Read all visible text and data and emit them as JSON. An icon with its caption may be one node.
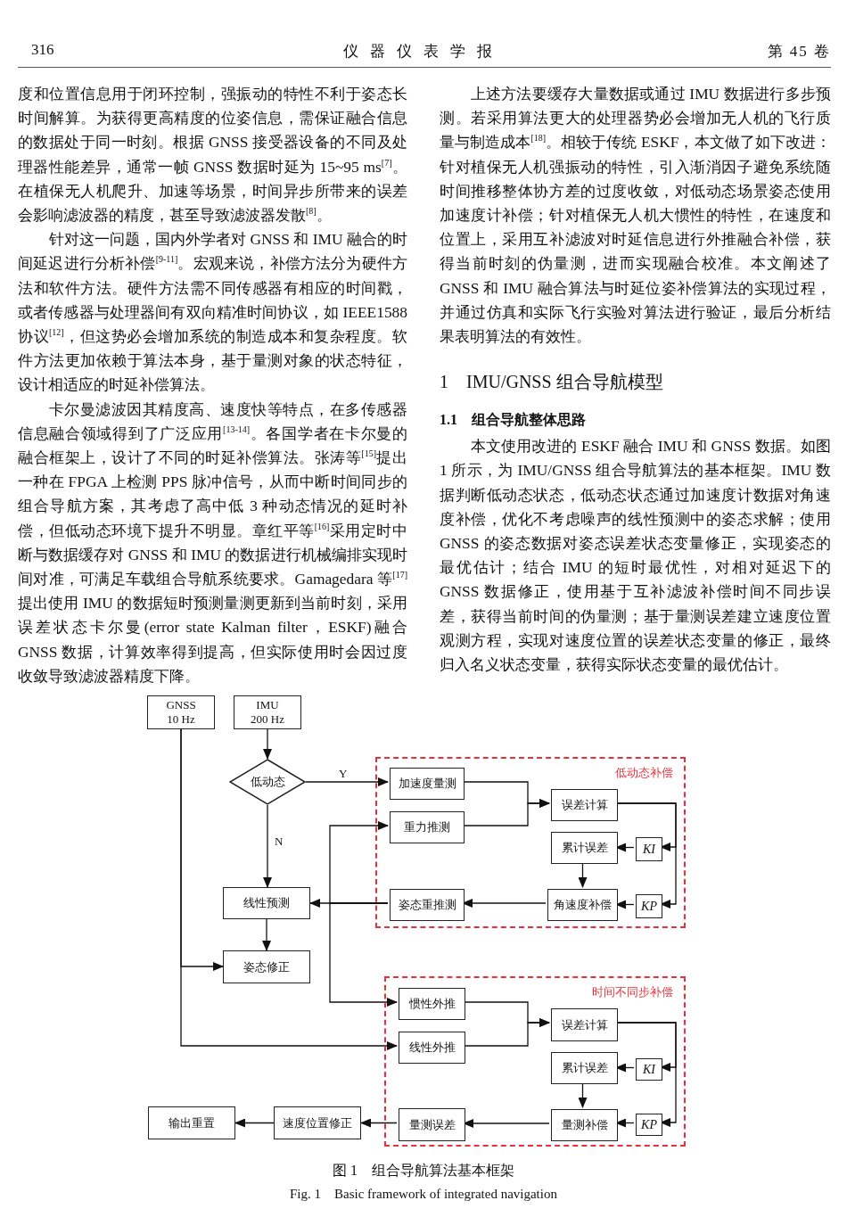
{
  "diagram": {
    "caption": "图 1　组合导航算法基本框架",
    "nodes": [
      {
        "text": [
          "GNSS",
          "10 Hz"
        ]
      },
      {
        "text": [
          "IMU",
          "200 Hz"
        ]
      },
      {
        "text": [
          "低动态"
        ]
      },
      {
        "text": [
          "低动态补偿"
        ]
      },
      {
        "text": [
          "加速度量测"
        ],
        "in": 3
      },
      {
        "text": [
          "误差计算"
        ],
        "in": 3
      },
      {
        "text": [
          "重力推测"
        ],
        "in": 3
      },
      {
        "text": [
          "累计误差"
        ],
        "in": 3
      },
      {
        "text": [
          "KI"
        ],
        "in": 3
      },
      {
        "text": [
          "线性预测"
        ]
      },
      {
        "text": [
          "姿态重推测"
        ],
        "in": 3
      },
      {
        "text": [
          "角速度补偿"
        ],
        "in": 3
      },
      {
        "text": [
          "KP"
        ],
        "in": 3
      },
      {
        "text": [
          "姿态修正"
        ]
      },
      {
        "text": [
          "时间不同步补偿"
        ]
      },
      {
        "text": [
          "惯性外推"
        ],
        "in": 14
      },
      {
        "text": [
          "误差计算"
        ],
        "in": 14
      },
      {
        "text": [
          "线性外推"
        ],
        "in": 14
      },
      {
        "text": [
          "累计误差"
        ],
        "in": 14
      },
      {
        "text": [
          "KI"
        ],
        "in": 14
      },
      {
        "text": [
          "输出重置"
        ]
      },
      {
        "text": [
          "速度位置修正"
        ]
      },
      {
        "text": [
          "量测误差"
        ],
        "in": 14
      },
      {
        "text": [
          "量测补偿"
        ],
        "in": 14
      },
      {
        "text": [
          "KP"
        ],
        "in": 14
      }
    ],
    "edges": [
      {
        "from": 1,
        "to": 2,
        "arrow": "to"
      },
      {
        "from": 2,
        "to": 4,
        "arrow": "to",
        "label": "Y"
      },
      {
        "from": 2,
        "to": 9,
        "arrow": "to",
        "label": "N"
      },
      {
        "from": 4,
        "to": 5,
        "arrow": "to"
      },
      {
        "from": 6,
        "to": 5,
        "arrow": "to"
      },
      {
        "from": 5,
        "to": 8,
        "arrow": "to"
      },
      {
        "from": 5,
        "to": 12,
        "arrow": "to"
      },
      {
        "from": 8,
        "to": 7,
        "arrow": "to"
      },
      {
        "from": 12,
        "to": 11,
        "arrow": "to"
      },
      {
        "from": 7,
        "to": 11,
        "arrow": "to"
      },
      {
        "from": 11,
        "to": 10,
        "arrow": "to"
      },
      {
        "from": 10,
        "to": 9,
        "arrow": "to"
      },
      {
        "from": 10,
        "to": 6,
        "arrow": "to"
      },
      {
        "from": 10,
        "to": 15,
        "arrow": "to"
      },
      {
        "from": 9,
        "to": 13,
        "arrow": "to"
      },
      {
        "from": 0,
        "to": 13,
        "arrow": "to"
      },
      {
        "from": 0,
        "to": 17,
        "arrow": "to"
      },
      {
        "from": 15,
        "to": 16,
        "arrow": "to"
      },
      {
        "from": 17,
        "to": 16,
        "arrow": "to"
      },
      {
        "from": 16,
        "to": 19,
        "arrow": "to"
      },
      {
        "from": 16,
        "to": 24,
        "arrow": "to"
      },
      {
        "from": 19,
        "to": 18,
        "arrow": "to"
      },
      {
        "from": 24,
        "to": 23,
        "arrow": "to"
      },
      {
        "from": 18,
        "to": 23,
        "arrow": "to"
      },
      {
        "from": 23,
        "to": 22,
        "arrow": "to"
      },
      {
        "from": 22,
        "to": 21,
        "arrow": "to"
      },
      {
        "from": 21,
        "to": 20,
        "arrow": "to"
      }
    ],
    "labels": [
      "316",
      "仪器仪表学报",
      "第 45 卷",
      "度和位置信息用于闭环控制，强振动的特性不利于姿态长时间解算。为获得更高精度的位姿信息，需保证融合信息的数据处于同一时刻。根据 GNSS 接受器设备的不同及处理器性能差异，通常一帧 GNSS 数据时延为 15~95 ms$^{[7]}$。在植保无人机爬升、加速等场景，时间异步所带来的误差会影响滤波器的精度，甚至导致滤波器发散$^{[8]}$。",
      "针对这一问题，国内外学者对 GNSS 和 IMU 融合的时间延迟进行分析补偿$^{[9-11]}$。宏观来说，补偿方法分为硬件方法和软件方法。硬件方法需不同传感器有相应的时间戳，或者传感器与处理器间有双向精准时间协议，如 IEEE1588 协议$^{[12]}$，但这势必会增加系统的制造成本和复杂程度。软件方法更加依赖于算法本身，基于量测对象的状态特征，设计相适应的时延补偿算法。",
      "卡尔曼滤波因其精度高、速度快等特点，在多传感器信息融合领域得到了广泛应用$^{[13-14]}$。各国学者在卡尔曼的融合框架上，设计了不同的时延补偿算法。张涛等$^{[15]}$提出一种在 FPGA 上检测 PPS 脉冲信号，从而中断时间同步的组合导航方案，其考虑了高中低 3 种动态情况的延时补偿，但低动态环境下提升不明显。章红平等$^{[16]}$采用定时中断与数据缓存对 GNSS 和 IMU 的数据进行机械编排实现时间对准，可满足车载组合导航系统要求。Gamagedara 等$^{[17]}$提出使用 IMU 的数据短时预测量测更新到当前时刻，采用误差状态卡尔曼(error state Kalman filter，ESKF)融合 GNSS 数据，计算效率得到提高，但实际使用时会因过度收敛导致滤波器精度下降。",
      "上述方法要缓存大量数据或通过 IMU 数据进行多步预测。若采用算法更大的处理器势必会增加无人机的飞行质量与制造成本$^{[18]}$。相较于传统 ESKF，本文做了如下改进：针对植保无人机强振动的特性，引入渐消因子避免系统随时间推移整体协方差的过度收敛，对低动态场景姿态使用加速度计补偿；针对植保无人机大惯性的特性，在速度和位置上，采用互补滤波对时延信息进行外推融合补偿，获得当前时刻的伪量测，进而实现融合校准。本文阐述了 GNSS 和 IMU 融合算法与时延位姿补偿算法的实现过程，并通过仿真和实际飞行实验对算法进行验证，最后分析结果表明算法的有效性。",
      "1　IMU/GNSS 组合导航模型",
      "1.1　组合导航整体思路",
      "本文使用改进的 ESKF 融合 IMU 和 GNSS 数据。如图 1 所示，为 IMU/GNSS 组合导航算法的基本框架。IMU 数据判断低动态状态，低动态状态通过加速度计数据对角速度补偿，优化不考虑噪声的线性预测中的姿态求解；使用 GNSS 的姿态数据对姿态误差状态变量修正，实现姿态的最优估计；结合 IMU 的短时最优性，对相对延迟下的 GNSS 数据修正，使用基于互补滤波补偿时间不同步误差，获得当前时间的伪量测；基于量测误差建立速度位置观测方程，实现对速度位置的误差状态变量的修正，最终归入名义状态变量，获得实际状态变量的最优估计。",
      "Fig. 1　Basic framework of integrated navigation"
    ]
  }
}
